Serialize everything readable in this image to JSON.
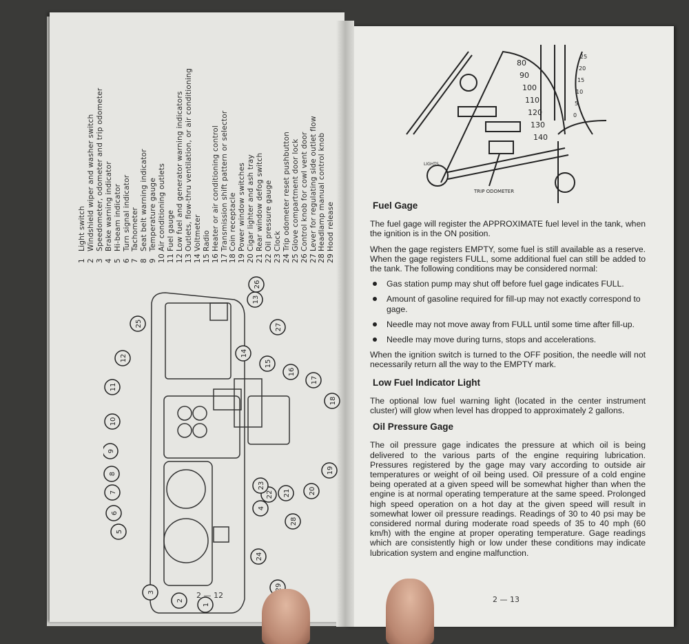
{
  "left_page": {
    "legend": [
      {
        "n": "1",
        "t": "Light switch"
      },
      {
        "n": "2",
        "t": "Windshield wiper and washer switch"
      },
      {
        "n": "3",
        "t": "Speedometer, odometer and trip odometer"
      },
      {
        "n": "4",
        "t": "Brake warning indicator"
      },
      {
        "n": "5",
        "t": "Hi-beam indicator"
      },
      {
        "n": "6",
        "t": "Turn signal indicator"
      },
      {
        "n": "7",
        "t": "Tachometer"
      },
      {
        "n": "8",
        "t": "Seat belt warning indicator"
      },
      {
        "n": "9",
        "t": "Temperature gauge"
      },
      {
        "n": "10",
        "t": "Air conditioning outlets"
      },
      {
        "n": "11",
        "t": "Fuel gauge"
      },
      {
        "n": "12",
        "t": "Low fuel and generator warning indicators"
      },
      {
        "n": "13",
        "t": "Outlets, flow-thru ventilation, or air conditioning"
      },
      {
        "n": "14",
        "t": "Voltmeter"
      },
      {
        "n": "15",
        "t": "Radio"
      },
      {
        "n": "16",
        "t": "Heater or air conditioning control"
      },
      {
        "n": "17",
        "t": "Transmission shift pattern or selector"
      },
      {
        "n": "18",
        "t": "Coin receptacle"
      },
      {
        "n": "19",
        "t": "Power window switches"
      },
      {
        "n": "20",
        "t": "Cigar lighter and ash tray"
      },
      {
        "n": "21",
        "t": "Rear window defog switch"
      },
      {
        "n": "22",
        "t": "Oil pressure gauge"
      },
      {
        "n": "23",
        "t": "Clock"
      },
      {
        "n": "24",
        "t": "Trip odometer reset pushbutton"
      },
      {
        "n": "25",
        "t": "Glove compartment door lock"
      },
      {
        "n": "26",
        "t": "Control knob for cowl vent door"
      },
      {
        "n": "27",
        "t": "Lever for regulating side outlet flow"
      },
      {
        "n": "28",
        "t": "Headlamp manual control knob"
      },
      {
        "n": "29",
        "t": "Hood release"
      }
    ],
    "callouts": [
      "1",
      "2",
      "3",
      "4",
      "5",
      "6",
      "7",
      "8",
      "9",
      "10",
      "11",
      "12",
      "13",
      "14",
      "15",
      "16",
      "17",
      "18",
      "19",
      "20",
      "21",
      "22",
      "23",
      "24",
      "25",
      "26",
      "27",
      "28",
      "29"
    ],
    "page_number": "2 — 12"
  },
  "right_page": {
    "illustration_label": "TRIP ODOMETER",
    "illustration_knob_label": "LIGHTS",
    "speedo_marks": [
      "80",
      "90",
      "100",
      "110",
      "120",
      "130",
      "140"
    ],
    "gauge_marks": [
      "25",
      "20",
      "15",
      "10",
      "5",
      "0"
    ],
    "fuel_heading": "Fuel Gage",
    "fuel_p1": "The fuel gage will register the APPROXIMATE fuel level in the tank, when the ignition is in the ON position.",
    "fuel_p2": "When the gage registers EMPTY, some fuel is still available as a reserve. When the gage registers FULL, some additional fuel can still be added to the tank. The following conditions may be considered normal:",
    "fuel_bullets": [
      "Gas station pump may shut off before fuel gage indicates FULL.",
      "Amount of gasoline required for fill-up may not exactly correspond to gage.",
      "Needle may not move away from FULL until some time after fill-up.",
      "Needle may move during turns, stops and accelerations."
    ],
    "fuel_p3": "When the ignition switch is turned to the OFF position, the needle will not necessarily return all the way to the EMPTY mark.",
    "low_fuel_heading": "Low Fuel Indicator Light",
    "low_fuel_p": "The optional low fuel warning light (located in the center instrument cluster) will glow when level has dropped to approximately 2 gallons.",
    "oil_heading": "Oil Pressure Gage",
    "oil_p": "The oil pressure gage indicates the pressure at which oil is being delivered to the various parts of the engine requiring lubrication. Pressures registered by the gage may vary according to outside air temperatures or weight of oil being used. Oil pressure of a cold engine being operated at a given speed will be somewhat higher than when the engine is at normal operating temperature at the same speed. Prolonged high speed operation on a hot day at the given speed will result in somewhat lower oil pressure readings. Readings of 30 to 40 psi may be considered normal during moderate road speeds of 35 to 40 mph (60 km/h) with the engine at proper operating temperature. Gage readings which are consistently high or low under these conditions may indicate lubrication system and engine malfunction.",
    "page_number": "2 — 13"
  }
}
